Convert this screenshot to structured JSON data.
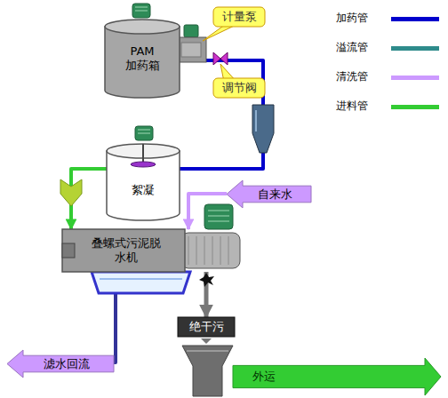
{
  "diagram": {
    "nodes": [
      {
        "text": [
          "PAM 加药箱"
        ]
      },
      {
        "text": [
          "计量泵"
        ]
      },
      {
        "text": [
          "调节阀"
        ]
      },
      {
        "text": [
          "絮凝"
        ]
      },
      {
        "text": [
          "自来水"
        ]
      },
      {
        "text": [
          "叠螺式污泥脱水机"
        ]
      },
      {
        "text": [
          "滤水回流"
        ]
      },
      {
        "text": [
          "绝干污"
        ]
      },
      {
        "text": [
          "外运"
        ]
      }
    ],
    "edges": [
      {
        "from": 0,
        "to": 3,
        "arrow": "none"
      },
      {
        "from": 3,
        "to": 5,
        "arrow": "to"
      },
      {
        "from": 4,
        "to": 5,
        "arrow": "to"
      },
      {
        "from": 5,
        "to": 6,
        "arrow": "none"
      },
      {
        "from": 5,
        "to": 7,
        "arrow": "to"
      }
    ],
    "legend": [
      {
        "text": "加药管",
        "color": "#0000cc"
      },
      {
        "text": "溢流管",
        "color": "#2e8b8b"
      },
      {
        "text": "清洗管",
        "color": "#cc99ff"
      },
      {
        "text": "进料管",
        "color": "#33cc33"
      }
    ]
  }
}
